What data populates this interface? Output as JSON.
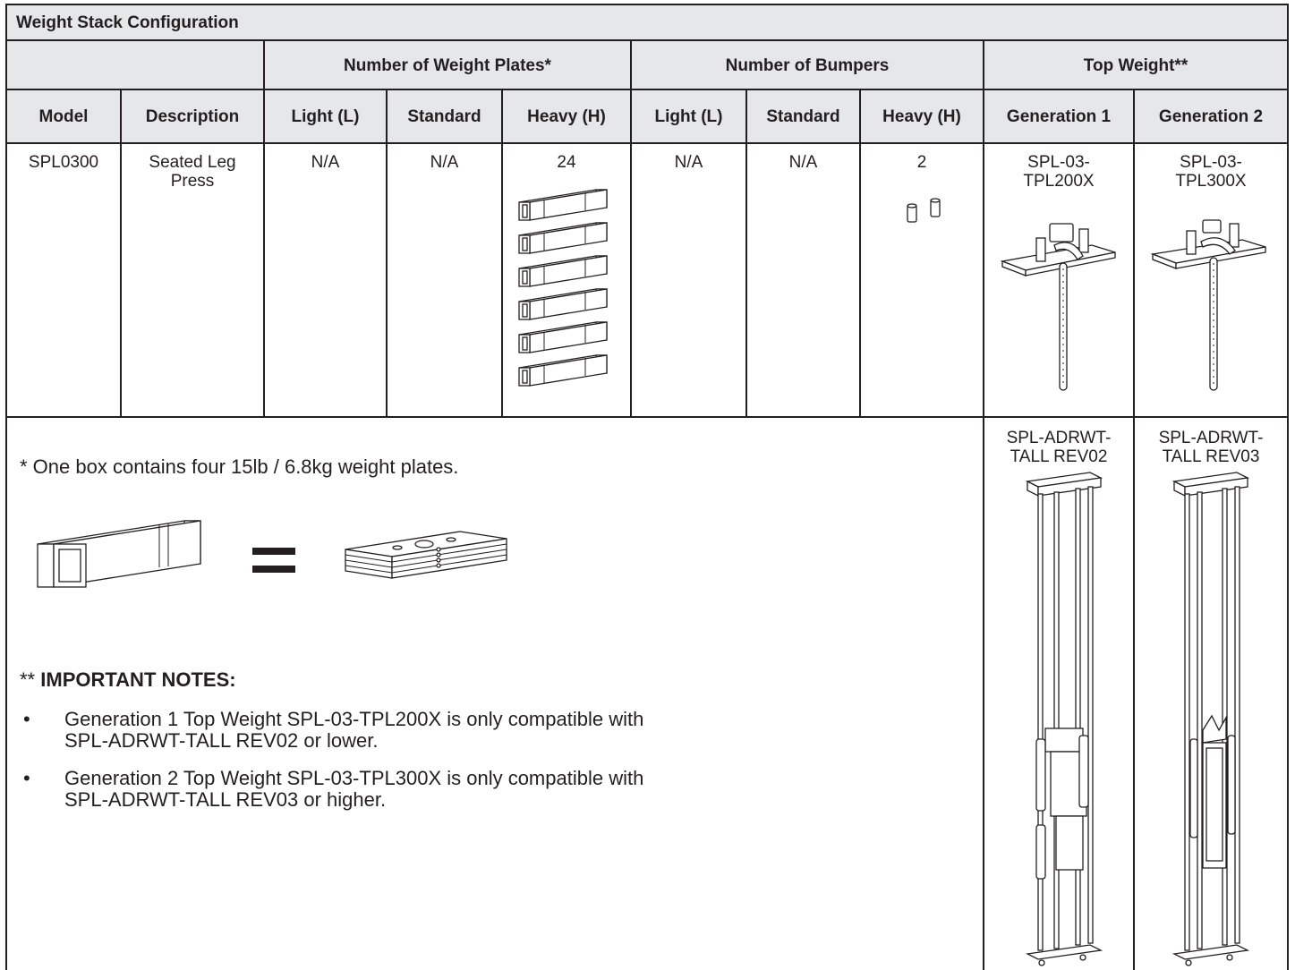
{
  "title": "Weight Stack Configuration",
  "groups": {
    "plates": "Number of Weight Plates*",
    "bumpers": "Number of Bumpers",
    "top_weight": "Top Weight**"
  },
  "columns": [
    "Model",
    "Description",
    "Light (L)",
    "Standard",
    "Heavy (H)",
    "Light (L)",
    "Standard",
    "Heavy (H)",
    "Generation 1",
    "Generation 2"
  ],
  "row": {
    "model": "SPL0300",
    "description_line1": "Seated Leg",
    "description_line2": "Press",
    "plates_light": "N/A",
    "plates_standard": "N/A",
    "plates_heavy": "24",
    "bumpers_light": "N/A",
    "bumpers_standard": "N/A",
    "bumpers_heavy": "2",
    "gen1_line1": "SPL-03-",
    "gen1_line2": "TPL200X",
    "gen2_line1": "SPL-03-",
    "gen2_line2": "TPL300X"
  },
  "frames": {
    "rev02_line1": "SPL-ADRWT-",
    "rev02_line2": "TALL REV02",
    "rev03_line1": "SPL-ADRWT-",
    "rev03_line2": "TALL REV03"
  },
  "footnote": "* One box contains four 15lb / 6.8kg weight plates.",
  "notes": {
    "prefix": "** ",
    "heading": "IMPORTANT NOTES:",
    "items": [
      {
        "line1": "Generation 1 Top Weight SPL-03-TPL200X is only compatible with",
        "line2": "SPL-ADRWT-TALL REV02 or lower."
      },
      {
        "line1": "Generation 2 Top Weight SPL-03-TPL300X is only compatible with",
        "line2": "SPL-ADRWT-TALL REV03 or higher."
      }
    ]
  },
  "colors": {
    "header_fill": "#e6e7e8",
    "line": "#231f20"
  },
  "icons": [
    "weight-plate-box-icon",
    "bumper-icon",
    "top-weight-icon",
    "weight-plate-stack-icon",
    "equals-icon",
    "weight-frame-icon"
  ]
}
